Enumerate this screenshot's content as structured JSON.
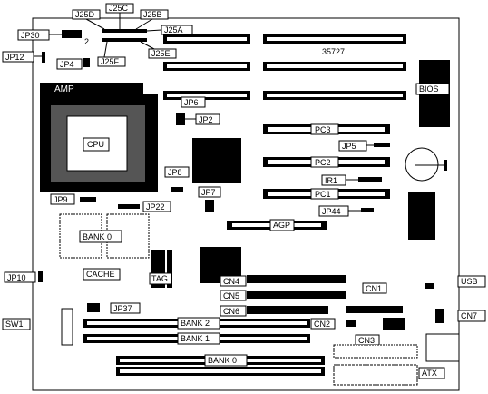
{
  "board": {
    "number": "35727",
    "labels": {
      "j25d": "J25D",
      "j25c": "J25C",
      "j25b": "J25B",
      "j25a": "J25A",
      "j25e": "J25E",
      "j25f": "J25F",
      "jp30": "JP30",
      "jp30_pin": "2",
      "jp12": "JP12",
      "jp4": "JP4",
      "amp": "AMP",
      "cpu": "CPU",
      "jp6": "JP6",
      "jp2": "JP2",
      "bios": "BIOS",
      "pc3": "PC3",
      "pc2": "PC2",
      "pc1": "PC1",
      "jp5": "JP5",
      "ir1": "IR1",
      "jp8": "JP8",
      "jp7": "JP7",
      "jp9": "JP9",
      "jp22": "JP22",
      "jp44": "JP44",
      "agp": "AGP",
      "bank0_cache": "BANK 0",
      "cache": "CACHE",
      "tag": "TAG",
      "jp10": "JP10",
      "cn4": "CN4",
      "cn5": "CN5",
      "cn6": "CN6",
      "cn1": "CN1",
      "cn2": "CN2",
      "cn3": "CN3",
      "cn7": "CN7",
      "usb": "USB",
      "jp37": "JP37",
      "sw1": "SW1",
      "bank2": "BANK 2",
      "bank1": "BANK 1",
      "bank0": "BANK 0",
      "atx": "ATX"
    }
  }
}
